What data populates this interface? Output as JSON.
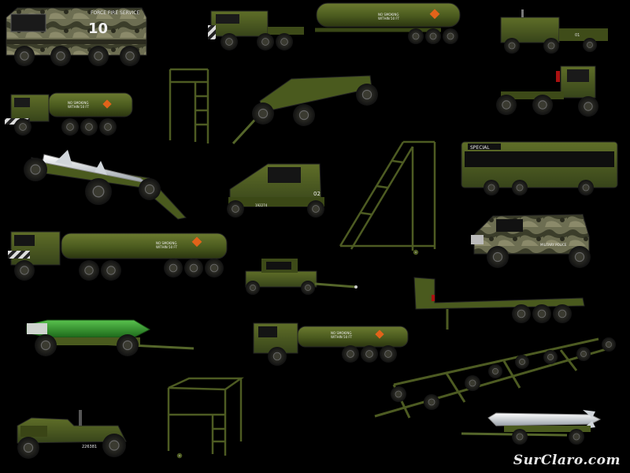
{
  "labels": {
    "fire_truck_text": "FORCE FIRE SERVICE",
    "fire_truck_number": "10",
    "tanker_small_text": "NO SMOKING\nWITHIN 50 FT",
    "tanker_big_text": "NO SMOKING\nWITHIN 50 FT",
    "tanker_mid_text": "NO SMOKING\nWITHIN 50 FT",
    "tug_number": "02",
    "tug_plate": "192274",
    "bus_sign": "SPECIAL",
    "suv_text": "MILITARY POLICE",
    "tractor_plate": "226381",
    "tow_unit_text": "01"
  },
  "watermark": "SurClaro.com",
  "colors": {
    "background": "#000000",
    "olive": "#4a5a1e",
    "olive_dark": "#2f3a12",
    "wheel": "#1c1c1c",
    "missile": "#d8dde3",
    "bomb_green": "#2f9a2a",
    "hazard_orange": "#e2631a"
  }
}
